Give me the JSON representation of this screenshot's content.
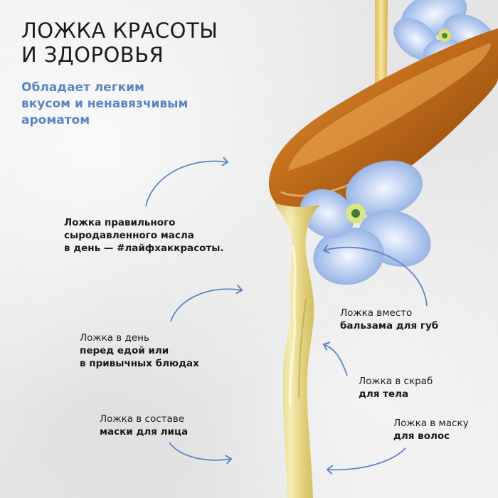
{
  "title": {
    "line1": "ЛОЖКА КРАСОТЫ",
    "line2": "И ЗДОРОВЬЯ"
  },
  "subtitle": {
    "line1": "Обладает легким",
    "line2": "вкусом и ненавязчивым",
    "line3": "ароматом"
  },
  "captions": {
    "main": {
      "line1": "Ложка правильного",
      "line2": "сыродавленного масла",
      "line3": "в день — #лайфхаккрасоты."
    },
    "balm": {
      "line1": "Ложка вместо",
      "line2_bold": "бальзама для губ"
    },
    "food": {
      "line1": "Ложка в день",
      "line2_bold": "перед едой или",
      "line3_bold": "в привычных блюдах"
    },
    "scrub": {
      "line1": "Ложка в скраб",
      "line2_bold": "для тела"
    },
    "face": {
      "line1": "Ложка в составе",
      "line2_bold": "маски для лица"
    },
    "hair": {
      "line1": "Ложка в маску",
      "line2_bold": "для волос"
    }
  },
  "colors": {
    "accent_blue": "#5b86c1",
    "text_dark": "#1c1c1c",
    "oil_amber": "#c8741c",
    "flower_blue": "#9fb9e6",
    "background": "#ececec"
  },
  "icons": {
    "arrows": "curved-arrow-icon",
    "flower": "flax-flower-icon",
    "spoon": "spoon-with-oil"
  }
}
